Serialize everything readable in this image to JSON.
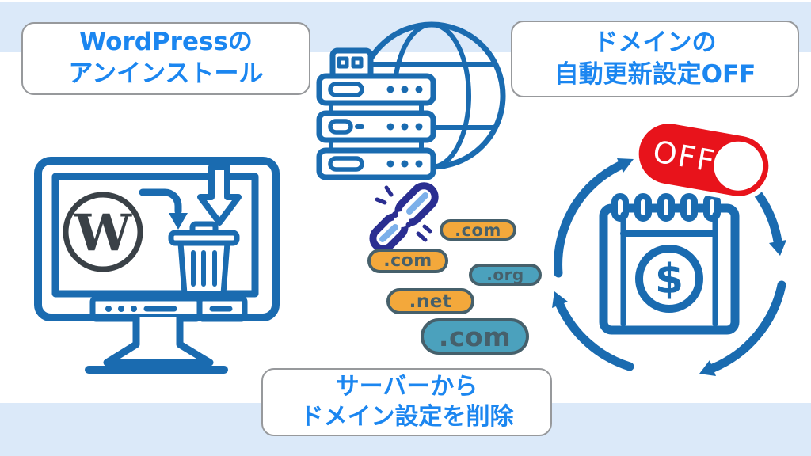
{
  "colors": {
    "background_strip": "#dbe9f9",
    "label_text_blue": "#1b86f0",
    "label_box_border": "#97999c",
    "illustration_blue": "#1a6bb0",
    "toggle_red": "#e8131b",
    "badge_orange": "#f3a83b",
    "badge_teal": "#4ba1bd",
    "badge_border_text": "#46606b",
    "chain_navy": "#2a2e91",
    "chain_highlight": "#7cb0ea",
    "wordpress_dark": "#3a4147"
  },
  "labels": {
    "uninstall": {
      "line1": "WordPressの",
      "line2": "アンインストール"
    },
    "domain_renewal": {
      "line1": "ドメインの",
      "line2": "自動更新設定OFF"
    },
    "server_domain": {
      "line1": "サーバーから",
      "line2": "ドメイン設定を削除"
    }
  },
  "toggle": {
    "label": "OFF",
    "state": "off"
  },
  "badges": [
    {
      "label": ".com",
      "color": "orange"
    },
    {
      "label": ".com",
      "color": "orange"
    },
    {
      "label": ".org",
      "color": "teal"
    },
    {
      "label": ".net",
      "color": "orange"
    },
    {
      "label": ".com",
      "color": "teal"
    }
  ],
  "icons": {
    "wordpress_logo": "W",
    "dollar_sign": "$",
    "monitor": "monitor-icon",
    "trash": "trash-icon",
    "download_arrow": "down-arrow-icon",
    "server": "server-rack-icon",
    "globe": "globe-icon",
    "broken_link": "broken-chain-icon",
    "calendar": "billing-calendar-icon",
    "renewal_cycle": "circular-arrows-icon"
  }
}
